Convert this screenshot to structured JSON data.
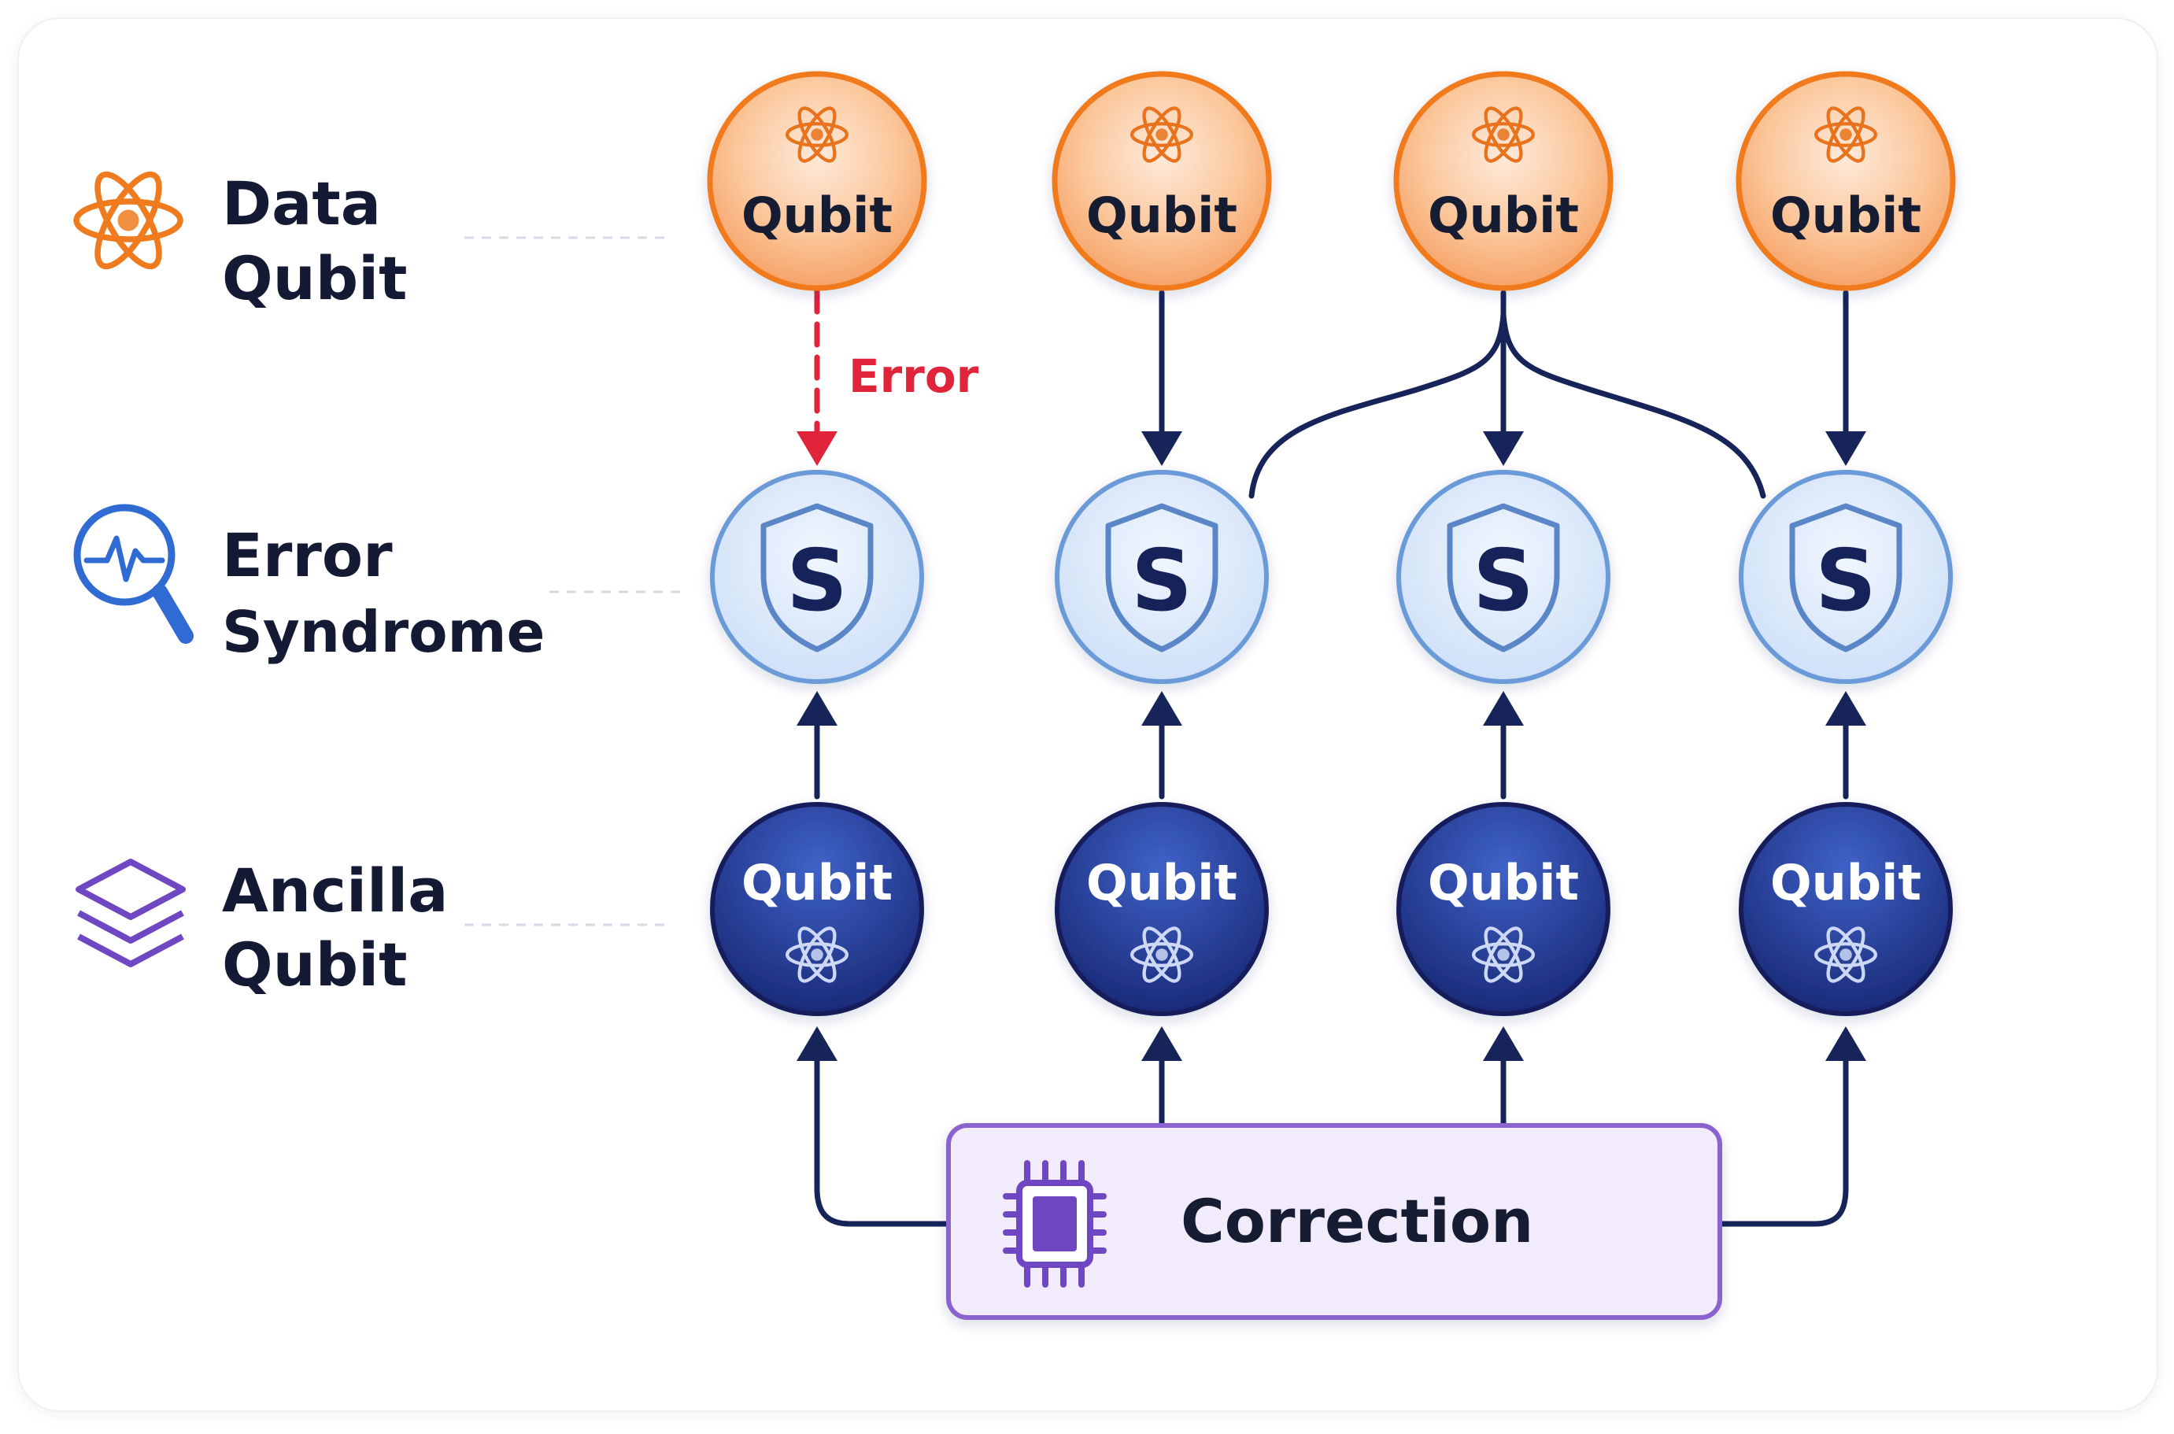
{
  "legend": {
    "data_qubit": {
      "line1": "Data",
      "line2": "Qubit",
      "icon": "atom-icon"
    },
    "error_syndrome": {
      "line1": "Error",
      "line2": "Syndrome",
      "icon": "magnifier-pulse-icon"
    },
    "ancilla_qubit": {
      "line1": "Ancilla",
      "line2": "Qubit",
      "icon": "layers-icon"
    }
  },
  "data_qubits": [
    {
      "label": "Qubit",
      "icon": "atom-icon"
    },
    {
      "label": "Qubit",
      "icon": "atom-icon"
    },
    {
      "label": "Qubit",
      "icon": "atom-icon"
    },
    {
      "label": "Qubit",
      "icon": "atom-icon"
    }
  ],
  "syndromes": [
    {
      "label": "S",
      "icon": "shield-icon"
    },
    {
      "label": "S",
      "icon": "shield-icon"
    },
    {
      "label": "S",
      "icon": "shield-icon"
    },
    {
      "label": "S",
      "icon": "shield-icon"
    }
  ],
  "ancilla_qubits": [
    {
      "label": "Qubit",
      "icon": "atom-icon"
    },
    {
      "label": "Qubit",
      "icon": "atom-icon"
    },
    {
      "label": "Qubit",
      "icon": "atom-icon"
    },
    {
      "label": "Qubit",
      "icon": "atom-icon"
    }
  ],
  "error_label": "Error",
  "correction": {
    "label": "Correction",
    "icon": "chip-icon"
  },
  "colors": {
    "orange": "#f07a1e",
    "orange_fill_top": "#fde3cc",
    "orange_fill_bottom": "#f8b37c",
    "blue_light_fill": "#dce9fb",
    "blue_light_stroke": "#6a9ad8",
    "navy": "#16245a",
    "ancilla_top": "#3a5bc4",
    "ancilla_bottom": "#1b2d80",
    "error_red": "#e0243a",
    "purple": "#7047c2",
    "purple_fill": "#f0eafb",
    "text_dark": "#141a33"
  }
}
